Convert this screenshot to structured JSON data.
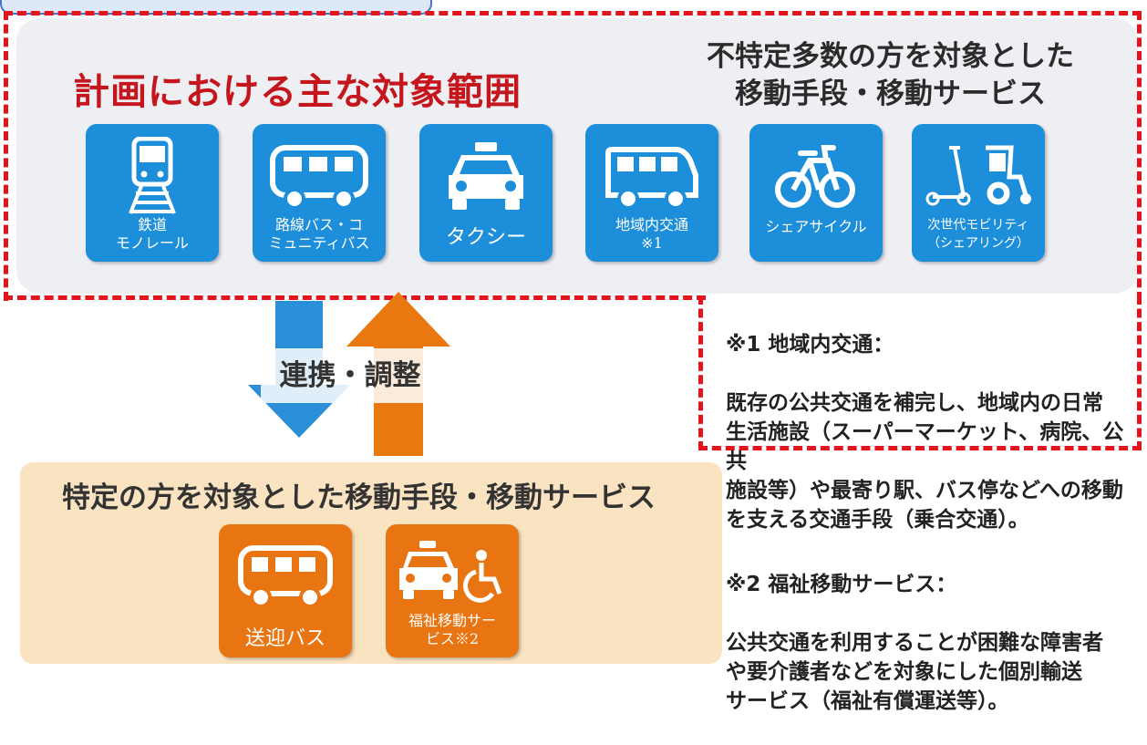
{
  "scope_title": "計画における主な対象範囲",
  "public_title_line1": "不特定多数の方を対象とした",
  "public_title_line2": "移動手段・移動サービス",
  "public_tiles": [
    {
      "label": "鉄道\nモノレール",
      "icon": "train-icon"
    },
    {
      "label": "路線バス・コ\nミュニティバス",
      "icon": "bus-icon"
    },
    {
      "label": "タクシー",
      "icon": "taxi-icon"
    },
    {
      "label": "地域内交通\n※1",
      "icon": "van-icon"
    },
    {
      "label": "シェアサイクル",
      "icon": "bicycle-icon"
    },
    {
      "label": "次世代モビリティ\n（シェアリング）",
      "icon": "scooter-wheelchair-icon"
    }
  ],
  "coordination_label": "連携・調整",
  "note1": {
    "title": "※1 地域内交通：",
    "body": "既存の公共交通を補完し、地域内の日常\n生活施設（スーパーマーケット、病院、公共\n施設等）や最寄り駅、バス停などへの移動\nを支える交通手段（乗合交通）。"
  },
  "specific_title": "特定の方を対象とした移動手段・移動サービス",
  "specific_tiles": [
    {
      "label": "送迎バス",
      "icon": "shuttle-bus-icon"
    },
    {
      "label": "福祉移動サー\nビス※2",
      "icon": "taxi-wheelchair-icon"
    }
  ],
  "note2": {
    "title": "※2 福祉移動サービス：",
    "body": "公共交通を利用することが困難な障害者\nや要介護者などを対象にした個別輸送\nサービス（福祉有償運送等）。"
  },
  "colors": {
    "dashed_red": "#e3141b",
    "title_red": "#c4161c",
    "tile_blue": "#1d8fda",
    "tile_orange": "#e87511",
    "arrow_blue": "#2a8fd6",
    "arrow_orange": "#e8780f",
    "bottom_panel": "#fae3c0",
    "top_panel": "#eeeff3"
  }
}
